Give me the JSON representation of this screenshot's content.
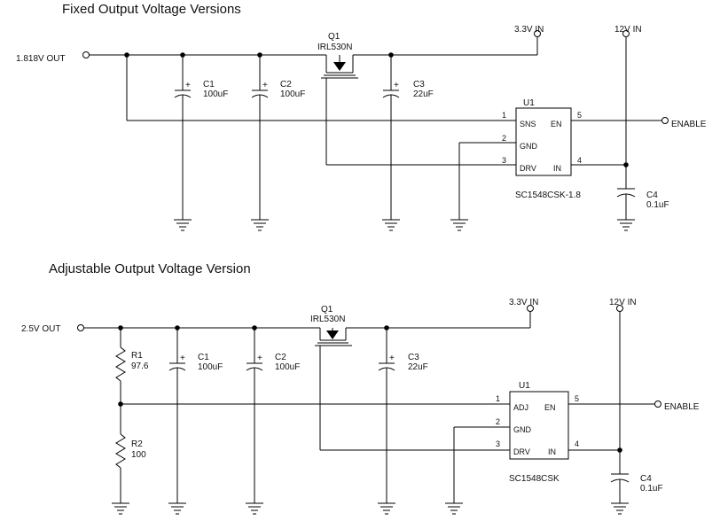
{
  "colors": {
    "wire": "#000000",
    "background": "#ffffff"
  },
  "fixed": {
    "title": "Fixed Output Voltage Versions",
    "out_label": "1.818V OUT",
    "in33_label": "3.3V IN",
    "in12_label": "12V IN",
    "q1_ref": "Q1",
    "q1_part": "IRL530N",
    "c1_ref": "C1",
    "c1_val": "100uF",
    "c2_ref": "C2",
    "c2_val": "100uF",
    "c3_ref": "C3",
    "c3_val": "22uF",
    "c4_ref": "C4",
    "c4_val": "0.1uF",
    "u1_ref": "U1",
    "u1_part": "SC1548CSK-1.8",
    "pins": {
      "sns": "SNS",
      "gnd": "GND",
      "drv": "DRV",
      "en": "EN",
      "in": "IN"
    },
    "pin_numbers": {
      "p1": "1",
      "p2": "2",
      "p3": "3",
      "p4": "4",
      "p5": "5"
    },
    "enable_label": "ENABLE",
    "plus": "+"
  },
  "adjustable": {
    "title": "Adjustable Output Voltage Version",
    "out_label": "2.5V OUT",
    "in33_label": "3.3V IN",
    "in12_label": "12V IN",
    "q1_ref": "Q1",
    "q1_part": "IRL530N",
    "r1_ref": "R1",
    "r1_val": "97.6",
    "r2_ref": "R2",
    "r2_val": "100",
    "c1_ref": "C1",
    "c1_val": "100uF",
    "c2_ref": "C2",
    "c2_val": "100uF",
    "c3_ref": "C3",
    "c3_val": "22uF",
    "c4_ref": "C4",
    "c4_val": "0.1uF",
    "u1_ref": "U1",
    "u1_part": "SC1548CSK",
    "pins": {
      "adj": "ADJ",
      "gnd": "GND",
      "drv": "DRV",
      "en": "EN",
      "in": "IN"
    },
    "pin_numbers": {
      "p1": "1",
      "p2": "2",
      "p3": "3",
      "p4": "4",
      "p5": "5"
    },
    "enable_label": "ENABLE",
    "plus": "+"
  }
}
